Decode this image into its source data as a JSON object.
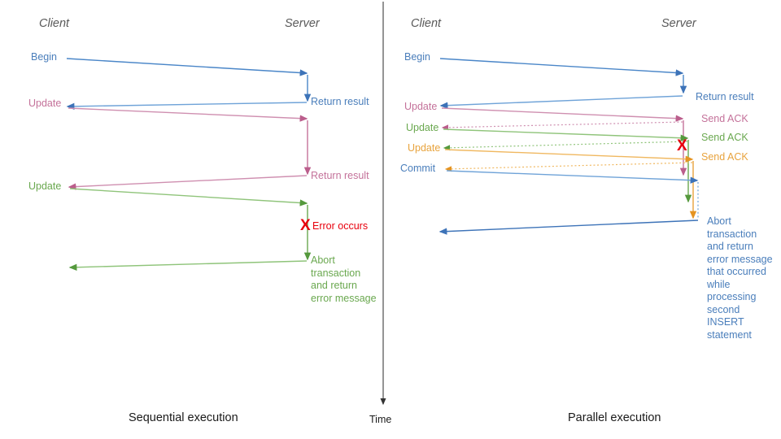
{
  "diagram": {
    "title_left": "Sequential execution",
    "title_right": "Parallel execution",
    "time_axis_label": "Time",
    "colors": {
      "blue": "#4a7ebb",
      "pink": "#c4729a",
      "green": "#6aa84f",
      "orange": "#e8a33d",
      "red": "#e8000d",
      "header_gray": "#595959",
      "caption_black": "#1a1a1a",
      "axis_black": "#333333"
    }
  },
  "left_panel": {
    "header_client": "Client",
    "header_server": "Server",
    "caption": "Sequential execution",
    "client_labels": [
      {
        "text": "Begin",
        "color": "blue"
      },
      {
        "text": "Update",
        "color": "pink"
      },
      {
        "text": "Update",
        "color": "green"
      }
    ],
    "server_labels": [
      {
        "text": "Return result",
        "color": "blue"
      },
      {
        "text": "Return result",
        "color": "pink"
      },
      {
        "text": "Error occurs",
        "color": "red"
      }
    ],
    "error_marker": "X",
    "abort_text": "Abort\ntransaction\nand return\nerror message"
  },
  "right_panel": {
    "header_client": "Client",
    "header_server": "Server",
    "caption": "Parallel execution",
    "client_labels": [
      {
        "text": "Begin",
        "color": "blue"
      },
      {
        "text": "Update",
        "color": "pink"
      },
      {
        "text": "Update",
        "color": "green"
      },
      {
        "text": "Update",
        "color": "orange"
      },
      {
        "text": "Commit",
        "color": "blue"
      }
    ],
    "server_labels": [
      {
        "text": "Return result",
        "color": "blue"
      },
      {
        "text": "Send ACK",
        "color": "pink"
      },
      {
        "text": "Send ACK",
        "color": "green"
      },
      {
        "text": "Send ACK",
        "color": "orange"
      }
    ],
    "error_marker": "X",
    "abort_text": "Abort\ntransaction\nand return\nerror message\nthat occurred\nwhile\nprocessing\nsecond\nINSERT\nstatement"
  }
}
